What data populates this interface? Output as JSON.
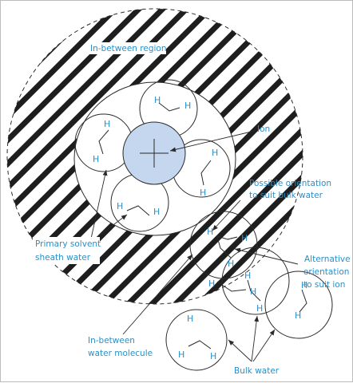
{
  "labels": {
    "in_between_region": "In-between region",
    "ion": "Ion",
    "possible_orientation_1": "Possible orientation",
    "possible_orientation_2": "to suit bulk water",
    "alternative_1": "Alternative",
    "alternative_2": "orientation",
    "alternative_3": "to suit ion",
    "primary_1": "Primary solvent",
    "primary_2": "sheath water",
    "in_between_molecule_1": "In-between",
    "in_between_molecule_2": "water molecule",
    "bulk_water": "Bulk water"
  },
  "atom": "H",
  "colors": {
    "label": "#2a8fc9",
    "ion_fill": "#c5d6ef",
    "line": "#2a2a2a"
  }
}
